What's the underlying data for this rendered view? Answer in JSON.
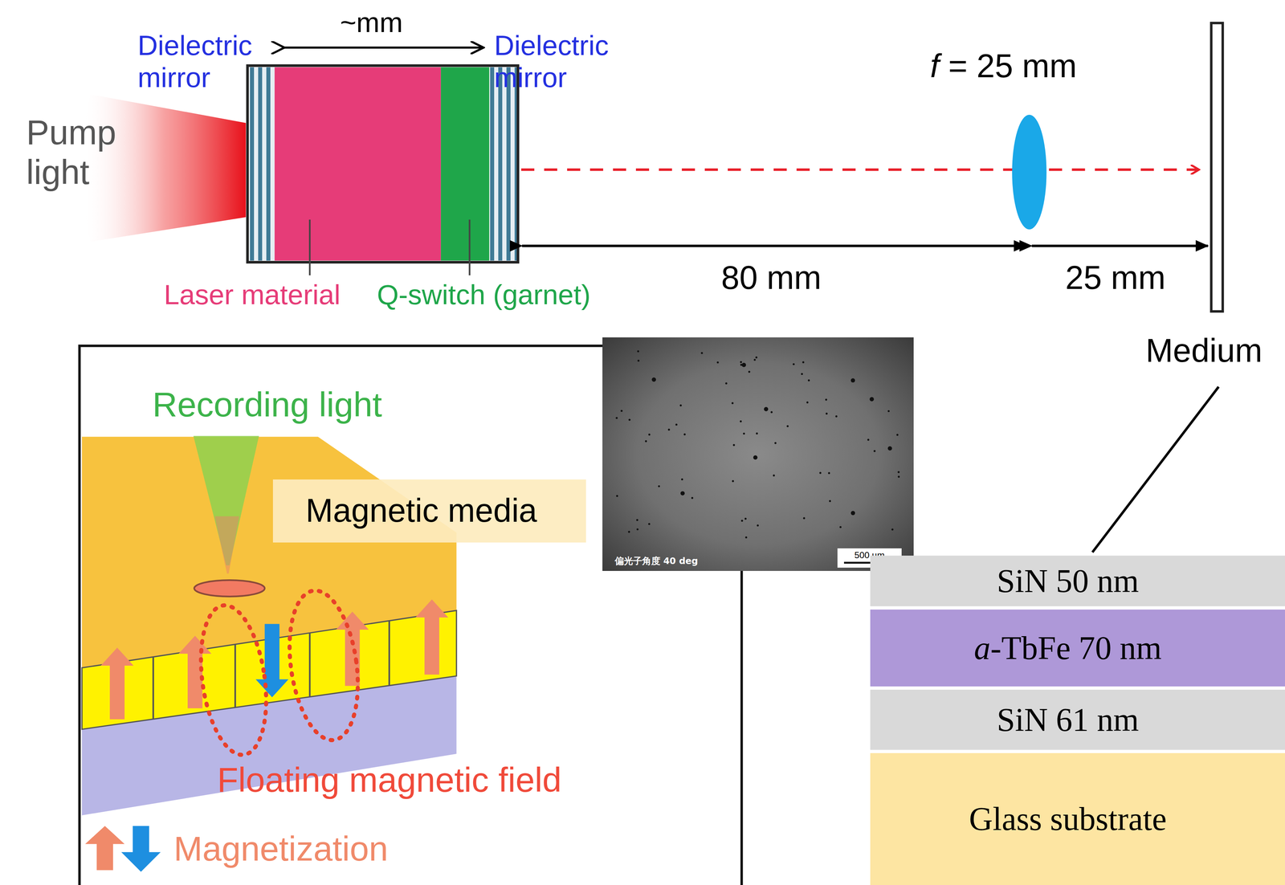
{
  "diagram": {
    "nodes": [
      {
        "text": [
          "Magnetic media"
        ]
      },
      {
        "text": [
          "偏光子角度 40 deg",
          "500 µm"
        ]
      },
      {
        "text": [
          "SiN 50 nm"
        ]
      },
      {
        "text": [
          "a-TbFe 70 nm"
        ]
      },
      {
        "text": [
          "SiN 61 nm"
        ]
      },
      {
        "text": [
          "Glass substrate"
        ]
      }
    ],
    "labels": [
      "~mm",
      "Dielectric mirror",
      "Dielectric mirror",
      "Pump light",
      "Laser material",
      "Q-switch (garnet)",
      "f = 25 mm",
      "80 mm",
      "25 mm",
      "Medium",
      "Recording light",
      "Floating magnetic field",
      "Magnetization"
    ]
  }
}
